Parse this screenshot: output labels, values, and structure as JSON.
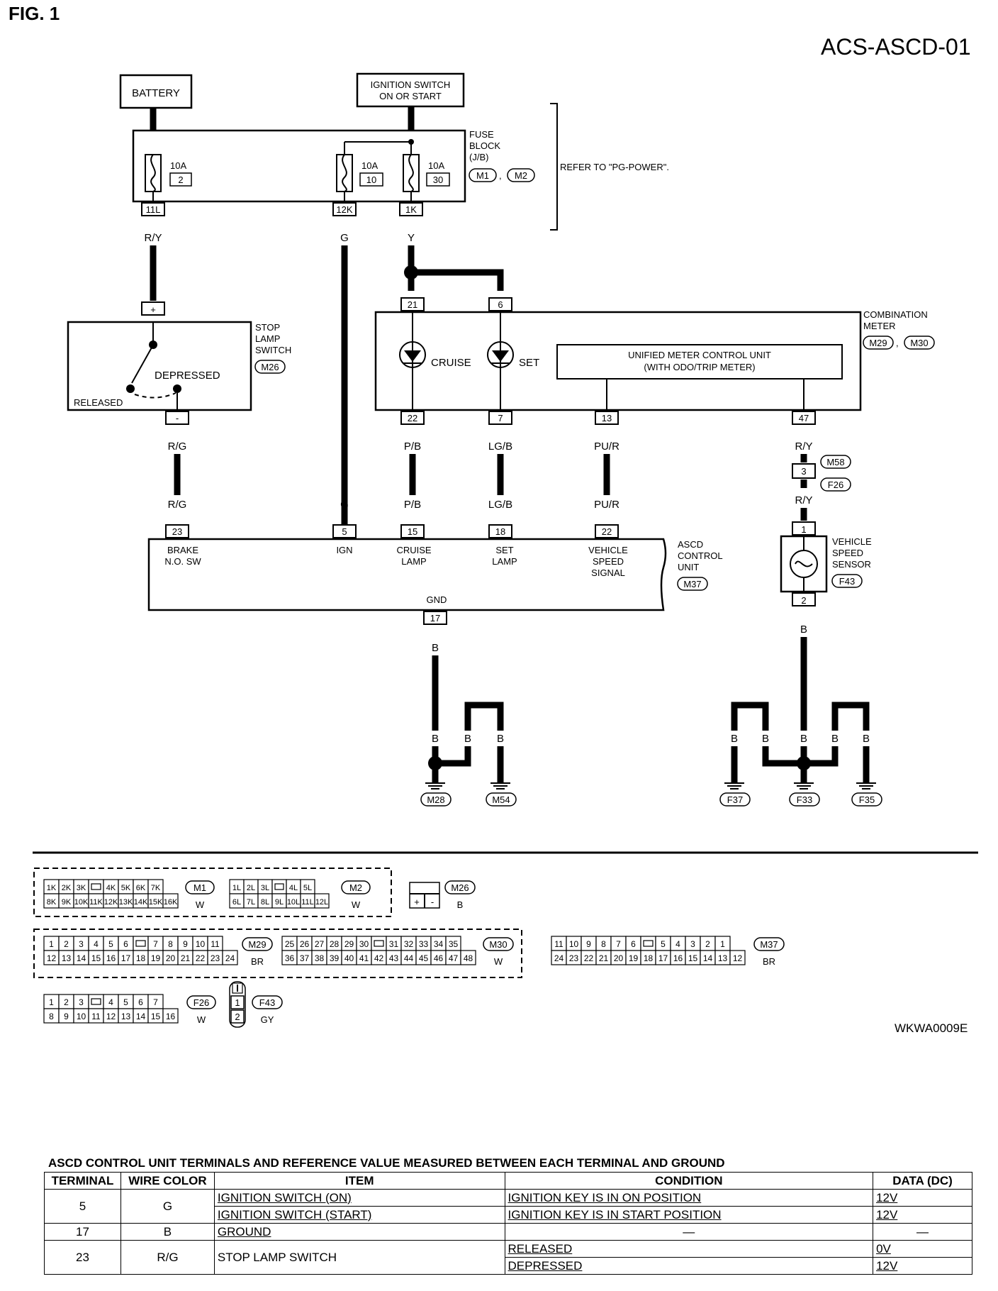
{
  "header": {
    "figure": "FIG. 1",
    "diagram_id": "ACS-ASCD-01",
    "ref_code": "WKWA0009E"
  },
  "power": {
    "battery": "BATTERY",
    "ign_line1": "IGNITION SWITCH",
    "ign_line2": "ON OR START"
  },
  "fuse_block": {
    "line1": "FUSE",
    "line2": "BLOCK",
    "line3": "(J/B)",
    "conn1": "M1",
    "sep": ",",
    "conn2": "M2",
    "refer": "REFER TO \"PG-POWER\".",
    "fuses": [
      {
        "amp": "10A",
        "num": "2",
        "terminal": "11L"
      },
      {
        "amp": "10A",
        "num": "10",
        "terminal": "12K"
      },
      {
        "amp": "10A",
        "num": "30",
        "terminal": "1K"
      }
    ]
  },
  "stop_lamp": {
    "line1": "STOP",
    "line2": "LAMP",
    "line3": "SWITCH",
    "conn": "M26",
    "plus": "+",
    "minus": "-",
    "depressed": "DEPRESSED",
    "released": "RELEASED"
  },
  "combination_meter": {
    "line1": "COMBINATION",
    "line2": "METER",
    "conn1": "M29",
    "sep": ",",
    "conn2": "M30",
    "cruise": "CRUISE",
    "set": "SET",
    "unit_line1": "UNIFIED METER CONTROL UNIT",
    "unit_line2": "(WITH ODO/TRIP METER)",
    "top_terminals": [
      "21",
      "6"
    ],
    "bottom_terminals": [
      "22",
      "7",
      "13",
      "47"
    ]
  },
  "wires": {
    "ry": "R/Y",
    "g": "G",
    "y": "Y",
    "rg": "R/G",
    "pb": "P/B",
    "lgb": "LG/B",
    "pur": "PU/R",
    "b": "B"
  },
  "joint": {
    "terminal": "3",
    "conn1": "M58",
    "conn2": "F26"
  },
  "ascd": {
    "line1": "ASCD",
    "line2": "CONTROL",
    "line3": "UNIT",
    "conn": "M37",
    "terminals": [
      "23",
      "5",
      "15",
      "18",
      "22"
    ],
    "gnd_terminal": "17",
    "brake1": "BRAKE",
    "brake2": "N.O. SW",
    "ign": "IGN",
    "cruise1": "CRUISE",
    "cruise2": "LAMP",
    "set1": "SET",
    "set2": "LAMP",
    "vss1": "VEHICLE",
    "vss2": "SPEED",
    "vss3": "SIGNAL",
    "gnd": "GND"
  },
  "speed_sensor": {
    "line1": "VEHICLE",
    "line2": "SPEED",
    "line3": "SENSOR",
    "conn": "F43",
    "t1": "1",
    "t2": "2"
  },
  "grounds": [
    "M28",
    "M54",
    "F37",
    "F33",
    "F35"
  ],
  "connector_views": {
    "m1": {
      "id": "M1",
      "color": "W",
      "row1": [
        "1K",
        "2K",
        "3K",
        "",
        "4K",
        "5K",
        "6K",
        "7K"
      ],
      "row2": [
        "8K",
        "9K",
        "10K",
        "11K",
        "12K",
        "13K",
        "14K",
        "15K",
        "16K"
      ]
    },
    "m2": {
      "id": "M2",
      "color": "W",
      "row1": [
        "1L",
        "2L",
        "3L",
        "",
        "4L",
        "5L"
      ],
      "row2": [
        "6L",
        "7L",
        "8L",
        "9L",
        "10L",
        "11L",
        "12L"
      ]
    },
    "m26": {
      "id": "M26",
      "color": "B",
      "plus": "+",
      "minus": "-"
    },
    "m29": {
      "id": "M29",
      "color": "BR",
      "row1": [
        "1",
        "2",
        "3",
        "4",
        "5",
        "6",
        "",
        "7",
        "8",
        "9",
        "10",
        "11"
      ],
      "row2": [
        "12",
        "13",
        "14",
        "15",
        "16",
        "17",
        "18",
        "19",
        "20",
        "21",
        "22",
        "23",
        "24"
      ]
    },
    "m30": {
      "id": "M30",
      "color": "W",
      "row1": [
        "25",
        "26",
        "27",
        "28",
        "29",
        "30",
        "",
        "31",
        "32",
        "33",
        "34",
        "35"
      ],
      "row2": [
        "36",
        "37",
        "38",
        "39",
        "40",
        "41",
        "42",
        "43",
        "44",
        "45",
        "46",
        "47",
        "48"
      ]
    },
    "m37": {
      "id": "M37",
      "color": "BR",
      "row1": [
        "11",
        "10",
        "9",
        "8",
        "7",
        "6",
        "",
        "5",
        "4",
        "3",
        "2",
        "1"
      ],
      "row2": [
        "24",
        "23",
        "22",
        "21",
        "20",
        "19",
        "18",
        "17",
        "16",
        "15",
        "14",
        "13",
        "12"
      ]
    },
    "f26": {
      "id": "F26",
      "color": "W",
      "row1": [
        "1",
        "2",
        "3",
        "",
        "4",
        "5",
        "6",
        "7"
      ],
      "row2": [
        "8",
        "9",
        "10",
        "11",
        "12",
        "13",
        "14",
        "15",
        "16"
      ]
    },
    "f43": {
      "id": "F43",
      "color": "GY",
      "t1": "1",
      "t2": "2"
    }
  },
  "table": {
    "caption": "ASCD CONTROL UNIT TERMINALS AND REFERENCE VALUE MEASURED BETWEEN EACH TERMINAL AND GROUND",
    "headers": [
      "TERMINAL",
      "WIRE COLOR",
      "ITEM",
      "CONDITION",
      "DATA (DC)"
    ],
    "r1": {
      "terminal": "5",
      "wire": "G",
      "item_a": "IGNITION SWITCH (ON)",
      "cond_a": "IGNITION KEY IS IN ON POSITION",
      "data_a": "12V",
      "item_b": "IGNITION SWITCH (START)",
      "cond_b": "IGNITION KEY IS IN START POSITION",
      "data_b": "12V"
    },
    "r2": {
      "terminal": "17",
      "wire": "B",
      "item": "GROUND",
      "cond": "—",
      "data": "—"
    },
    "r3": {
      "terminal": "23",
      "wire": "R/G",
      "item": "STOP LAMP SWITCH",
      "cond_a": "RELEASED",
      "data_a": "0V",
      "cond_b": "DEPRESSED",
      "data_b": "12V"
    }
  }
}
